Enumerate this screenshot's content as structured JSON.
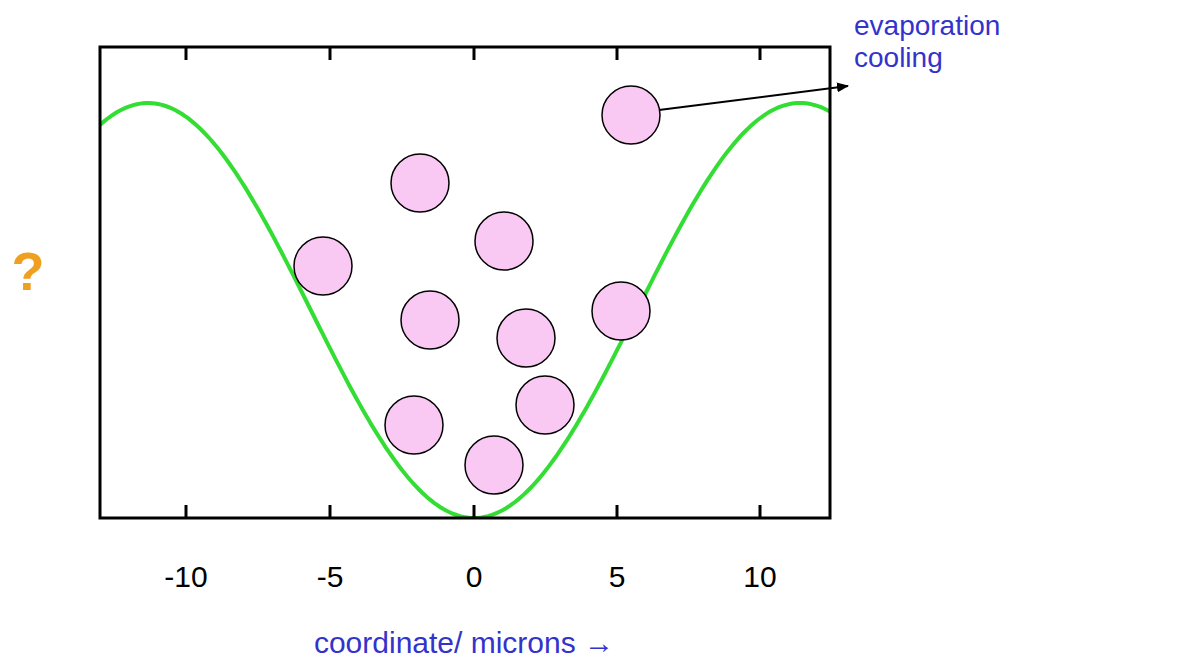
{
  "diagram": {
    "labels": [
      "-10",
      "-5",
      "0",
      "5",
      "10",
      "coordinate/ microns →",
      "?",
      "evaporation cooling"
    ]
  }
}
